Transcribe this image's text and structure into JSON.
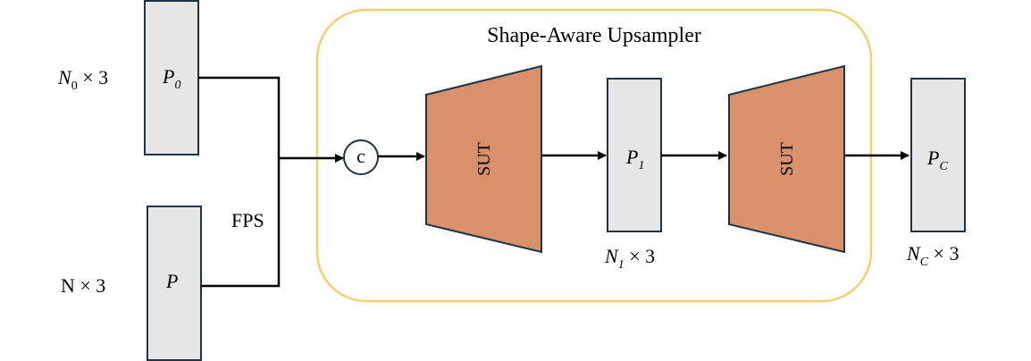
{
  "colors": {
    "box_fill": "#e6e6e6",
    "box_stroke": "#1f3347",
    "sut_fill": "#d9916c",
    "sut_stroke": "#1f3347",
    "container_stroke": "#f7cf6e",
    "line": "#000000"
  },
  "inputs": {
    "p0": {
      "var": "P",
      "sub": "0",
      "dim_var": "N",
      "dim_sub": "0",
      "dim_rest": " × 3"
    },
    "p": {
      "var": "P",
      "dim_text": "N × 3"
    }
  },
  "fps_label": "FPS",
  "upsampler": {
    "title": "Shape-Aware  Upsampler",
    "concat_label": "c",
    "sut1_label": "SUT",
    "sut2_label": "SUT",
    "p1": {
      "var": "P",
      "sub": "1",
      "dim_var": "N",
      "dim_sub": "1",
      "dim_rest": " × 3"
    }
  },
  "output": {
    "pc": {
      "var": "P",
      "sub": "C",
      "dim_var": "N",
      "dim_sub": "C",
      "dim_rest": " × 3"
    }
  }
}
